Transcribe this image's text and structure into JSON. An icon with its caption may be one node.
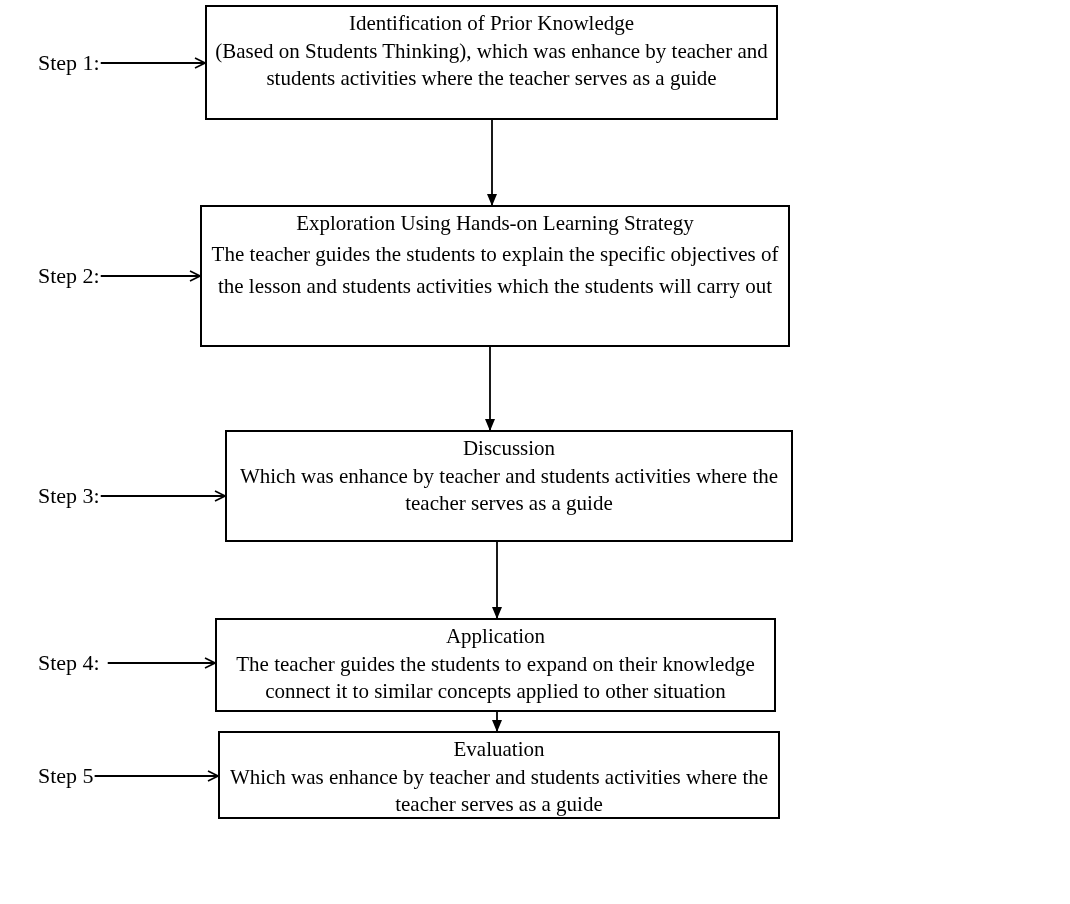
{
  "diagram": {
    "nodes": [
      {
        "text": [
          "Step 1:"
        ]
      },
      {
        "text": [
          "Identification of Prior Knowledge",
          "(Based on Students Thinking), which was enhance by teacher and students activities where the teacher serves as a guide"
        ]
      },
      {
        "text": [
          "Step 2:"
        ]
      },
      {
        "text": [
          "Exploration Using Hands-on Learning Strategy",
          "The teacher guides the students to explain the specific objectives of the lesson and students activities which the students will carry out"
        ]
      },
      {
        "text": [
          "Step 3:"
        ]
      },
      {
        "text": [
          "Discussion",
          "Which was enhance by teacher and students activities where the teacher serves as a guide"
        ]
      },
      {
        "text": [
          "Step 4:"
        ]
      },
      {
        "text": [
          "Application",
          "The teacher guides the students to expand on their knowledge connect it to similar concepts applied to other situation"
        ]
      },
      {
        "text": [
          "Step 5"
        ]
      },
      {
        "text": [
          "Evaluation",
          "Which was enhance by teacher and students activities where the teacher serves as a guide"
        ]
      }
    ],
    "edges": [
      {
        "from": 0,
        "to": 1,
        "arrow": "to"
      },
      {
        "from": 1,
        "to": 3,
        "arrow": "to"
      },
      {
        "from": 2,
        "to": 3,
        "arrow": "to"
      },
      {
        "from": 3,
        "to": 5,
        "arrow": "to"
      },
      {
        "from": 4,
        "to": 5,
        "arrow": "to"
      },
      {
        "from": 5,
        "to": 7,
        "arrow": "to"
      },
      {
        "from": 6,
        "to": 7,
        "arrow": "to"
      },
      {
        "from": 7,
        "to": 9,
        "arrow": "to"
      },
      {
        "from": 8,
        "to": 9,
        "arrow": "to"
      }
    ]
  }
}
